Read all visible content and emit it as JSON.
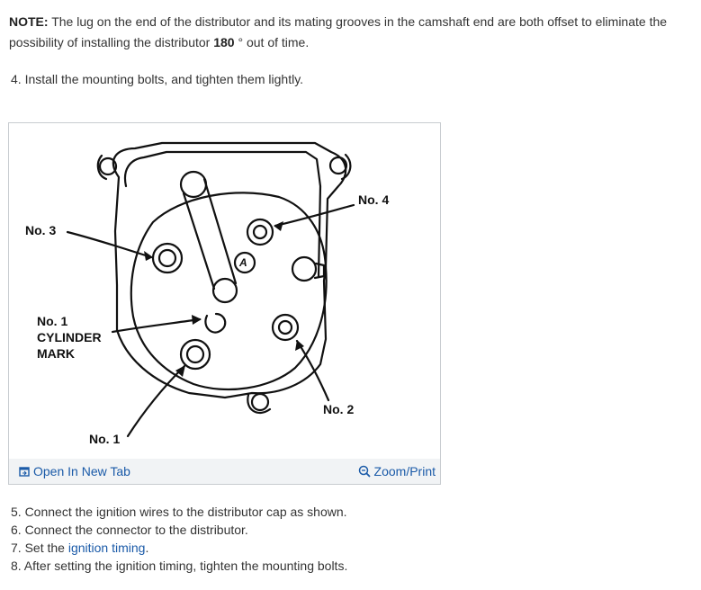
{
  "note": {
    "label": "NOTE:",
    "text_a": " The lug on the end of the distributor and its mating grooves in the camshaft end are both offset to eliminate the possibility of installing the distributor ",
    "value": "180",
    "text_b": " ° out of time."
  },
  "step4": "4. Install the mounting bolts, and tighten them lightly.",
  "figure": {
    "labels": {
      "no3": "No. 3",
      "no4": "No. 4",
      "no1_cyl_1": "No. 1",
      "no1_cyl_2": "CYLINDER",
      "no1_cyl_3": "MARK",
      "no2": "No. 2",
      "no1": "No. 1",
      "mark_a": "A"
    },
    "toolbar": {
      "open_tab": "Open In New Tab",
      "zoom_print": "Zoom/Print"
    }
  },
  "steps": {
    "s5": "5. Connect the ignition wires to the distributor cap as shown.",
    "s6": "6. Connect the connector to the distributor.",
    "s7_prefix": "7. Set the ",
    "s7_link": "ignition timing",
    "s7_suffix": ".",
    "s8": "8. After setting the ignition timing, tighten the mounting bolts."
  }
}
